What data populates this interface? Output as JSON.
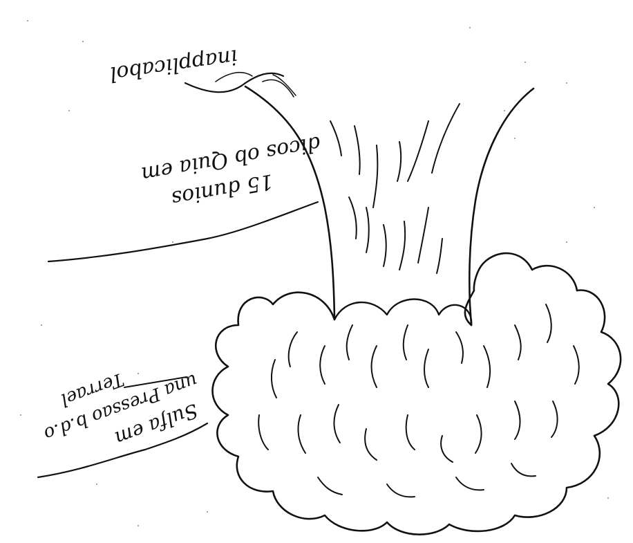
{
  "sketch": {
    "label_top": "inapplicabol",
    "label_middle_line1": "15 dunios",
    "label_middle_line2": "dicos ob Quia em",
    "label_bottom_line1": "Sulfa em",
    "label_bottom_line2": "una Pressao b.d.o",
    "label_bottom_line3": "Terrael"
  }
}
